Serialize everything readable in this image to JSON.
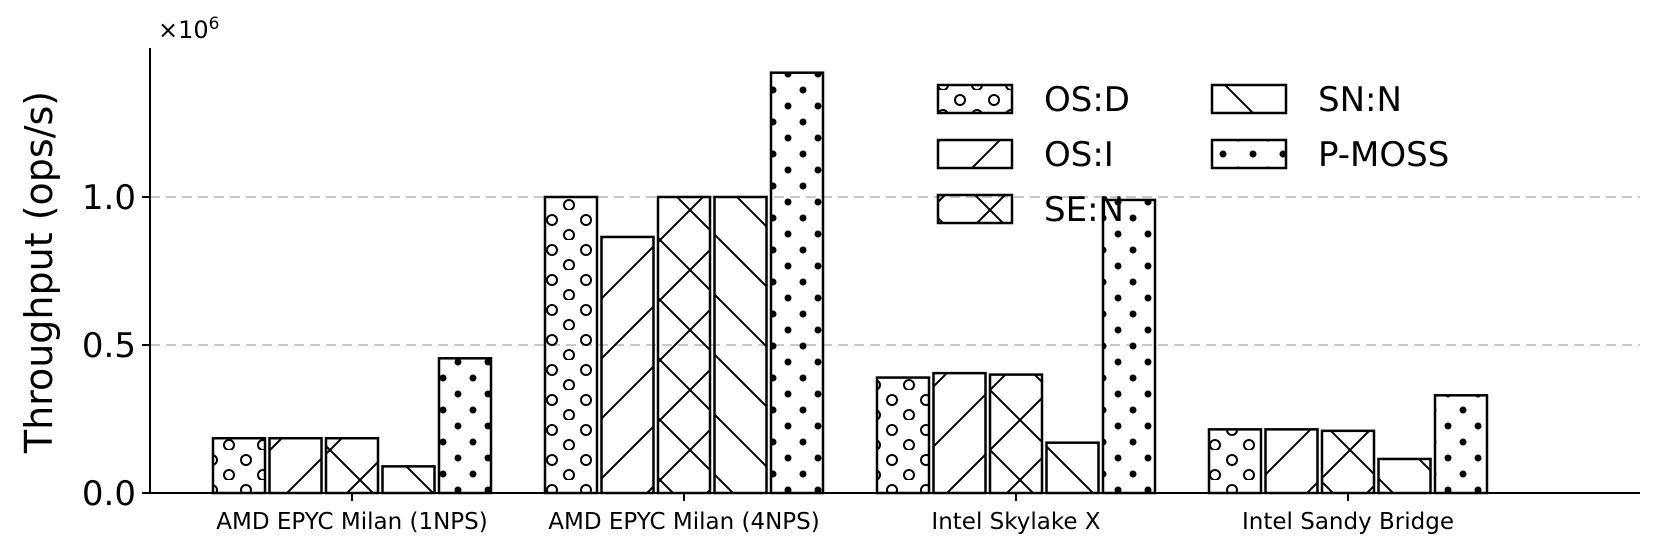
{
  "chart_data": {
    "type": "bar",
    "title": "",
    "xlabel": "",
    "ylabel": "Throughput (ops/s)",
    "y_multiplier_base": "×10",
    "y_multiplier_exp": "6",
    "ylim": [
      0,
      1.5
    ],
    "yticks": [
      0.0,
      0.5,
      1.0
    ],
    "ytick_labels": [
      "0.0",
      "0.5",
      "1.0"
    ],
    "grid": "horizontal dashed at y ticks",
    "legend_position": "top-center",
    "categories": [
      "AMD EPYC Milan (1NPS)",
      "AMD EPYC Milan (4NPS)",
      "Intel Skylake X",
      "Intel Sandy Bridge"
    ],
    "series": [
      {
        "name": "OS:D",
        "hatch": "circles",
        "values": [
          0.185,
          1.0,
          0.39,
          0.215
        ]
      },
      {
        "name": "OS:I",
        "hatch": "forward-slash",
        "values": [
          0.185,
          0.865,
          0.405,
          0.215
        ]
      },
      {
        "name": "SE:N",
        "hatch": "cross",
        "values": [
          0.185,
          1.0,
          0.4,
          0.21
        ]
      },
      {
        "name": "SN:N",
        "hatch": "back-slash",
        "values": [
          0.09,
          1.0,
          0.17,
          0.115
        ]
      },
      {
        "name": "P-MOSS",
        "hatch": "dots",
        "values": [
          0.455,
          1.42,
          0.99,
          0.33
        ]
      }
    ],
    "colors": {
      "bar_fill": "#ffffff",
      "bar_edge": "#000000",
      "grid": "#c8c8c8"
    }
  }
}
